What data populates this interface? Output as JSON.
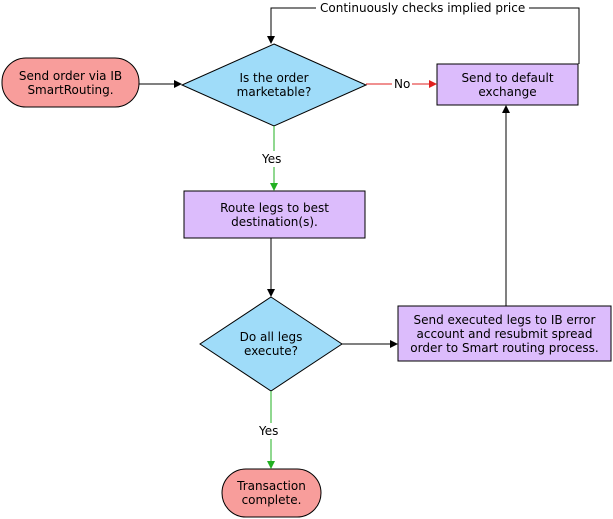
{
  "colors": {
    "terminal_fill": "#f89d9b",
    "decision_fill": "#9fdcf9",
    "process_fill": "#dcbcfc",
    "line": "#000000",
    "yes_arrow": "#22b022",
    "no_arrow": "#e02020"
  },
  "nodes": {
    "start": "Send order via IB SmartRouting.",
    "marketable_decision": "Is the order marketable?",
    "default_exchange": "Send to default exchange",
    "route_legs": "Route legs to best destination(s).",
    "legs_execute_decision": "Do all legs execute?",
    "error_account": "Send executed legs to IB error account and resubmit spread order to Smart routing process.",
    "end": "Transaction complete."
  },
  "edges": {
    "loop_label": "Continuously checks implied price",
    "no_label": "No",
    "yes_label_1": "Yes",
    "yes_label_2": "Yes"
  }
}
